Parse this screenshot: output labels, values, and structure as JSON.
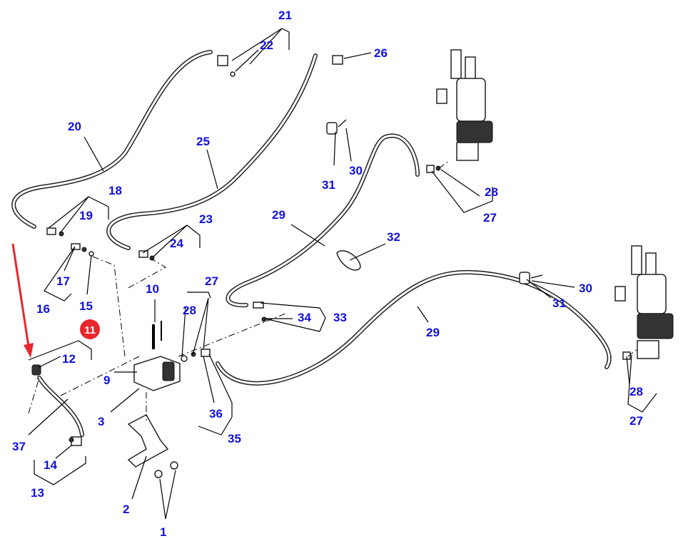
{
  "labels": {
    "l1": "1",
    "l2": "2",
    "l3": "3",
    "l9": "9",
    "l10": "10",
    "l12": "12",
    "l13": "13",
    "l14": "14",
    "l15": "15",
    "l16": "16",
    "l17": "17",
    "l18": "18",
    "l19": "19",
    "l20": "20",
    "l21": "21",
    "l22": "22",
    "l23": "23",
    "l24": "24",
    "l25": "25",
    "l26": "26",
    "l27a": "27",
    "l27b": "27",
    "l27c": "27",
    "l28a": "28",
    "l28b": "28",
    "l28c": "28",
    "l29a": "29",
    "l29b": "29",
    "l30a": "30",
    "l30b": "30",
    "l31a": "31",
    "l31b": "31",
    "l32": "32",
    "l33": "33",
    "l34": "34",
    "l35": "35",
    "l36": "36",
    "l37": "37"
  },
  "highlight": {
    "label": "11",
    "color": "#e8262b"
  },
  "arrow_color": "#e8262b",
  "label_color": "#1010e0"
}
